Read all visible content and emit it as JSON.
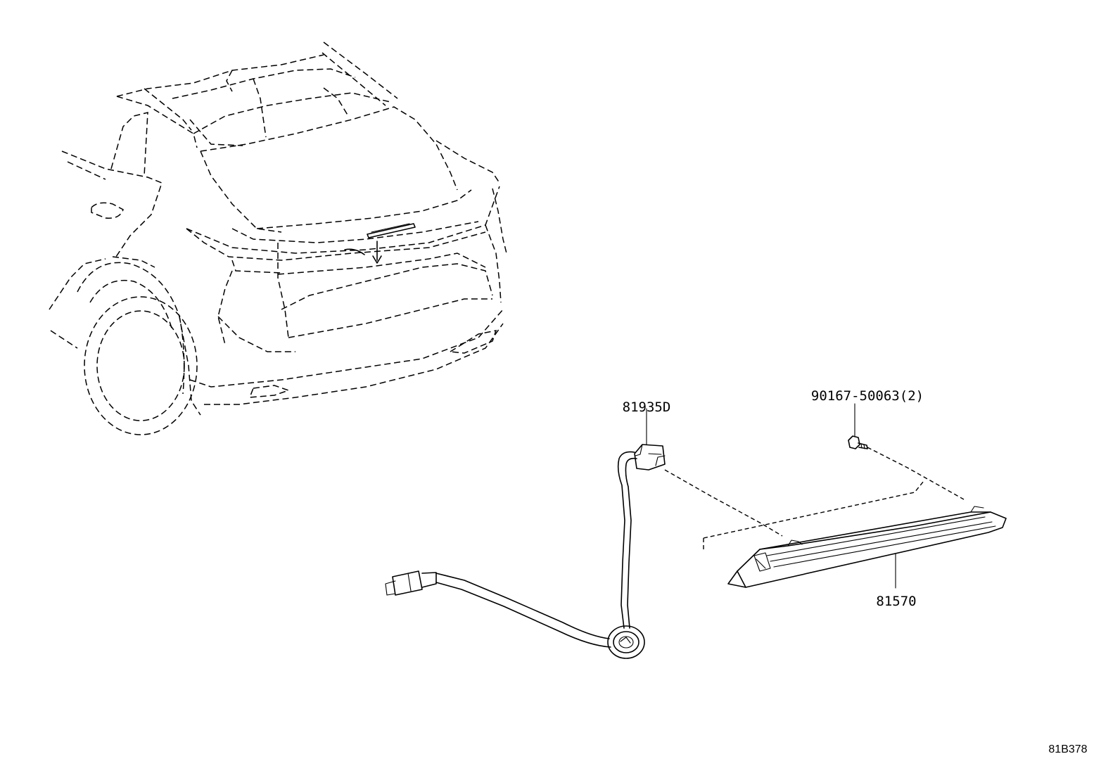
{
  "parts": [
    {
      "id": "cable",
      "number": "81935D"
    },
    {
      "id": "bolt",
      "number": "90167-50063(2)"
    },
    {
      "id": "lamp",
      "number": "81570"
    }
  ],
  "diagram_code": "81B378"
}
